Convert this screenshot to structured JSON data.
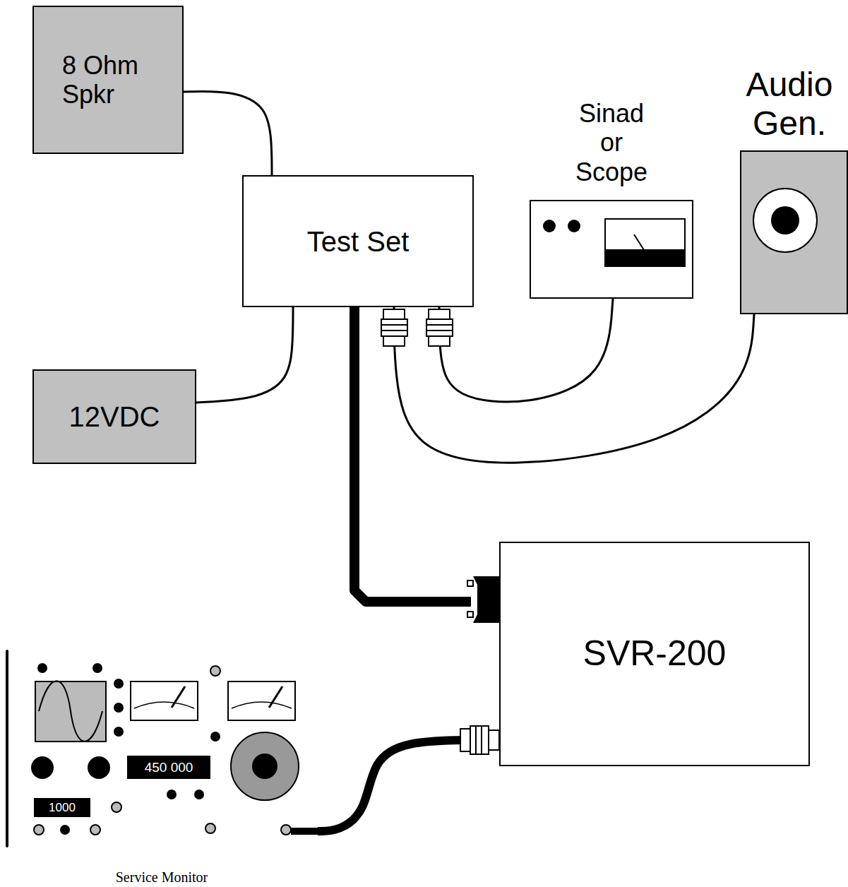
{
  "diagram": {
    "nodes": [
      {
        "text": [
          "8 Ohm Spkr"
        ]
      },
      {
        "text": [
          "Audio Gen."
        ]
      },
      {
        "text": [
          "Sinad or Scope"
        ]
      },
      {
        "text": [
          "Test Set"
        ]
      },
      {
        "text": [
          "12VDC"
        ]
      },
      {
        "text": [
          "SVR-200"
        ]
      },
      {
        "text": [
          "Service Monitor"
        ]
      }
    ],
    "edges": [
      {
        "from": 0,
        "to": 3,
        "arrow": "none"
      },
      {
        "from": 4,
        "to": 3,
        "arrow": "none"
      },
      {
        "from": 3,
        "to": 2,
        "arrow": "none"
      },
      {
        "from": 3,
        "to": 1,
        "arrow": "none"
      },
      {
        "from": 3,
        "to": 5,
        "arrow": "none"
      },
      {
        "from": 5,
        "to": 6,
        "arrow": "none"
      }
    ],
    "labels": [
      "450 000",
      "1000"
    ]
  }
}
